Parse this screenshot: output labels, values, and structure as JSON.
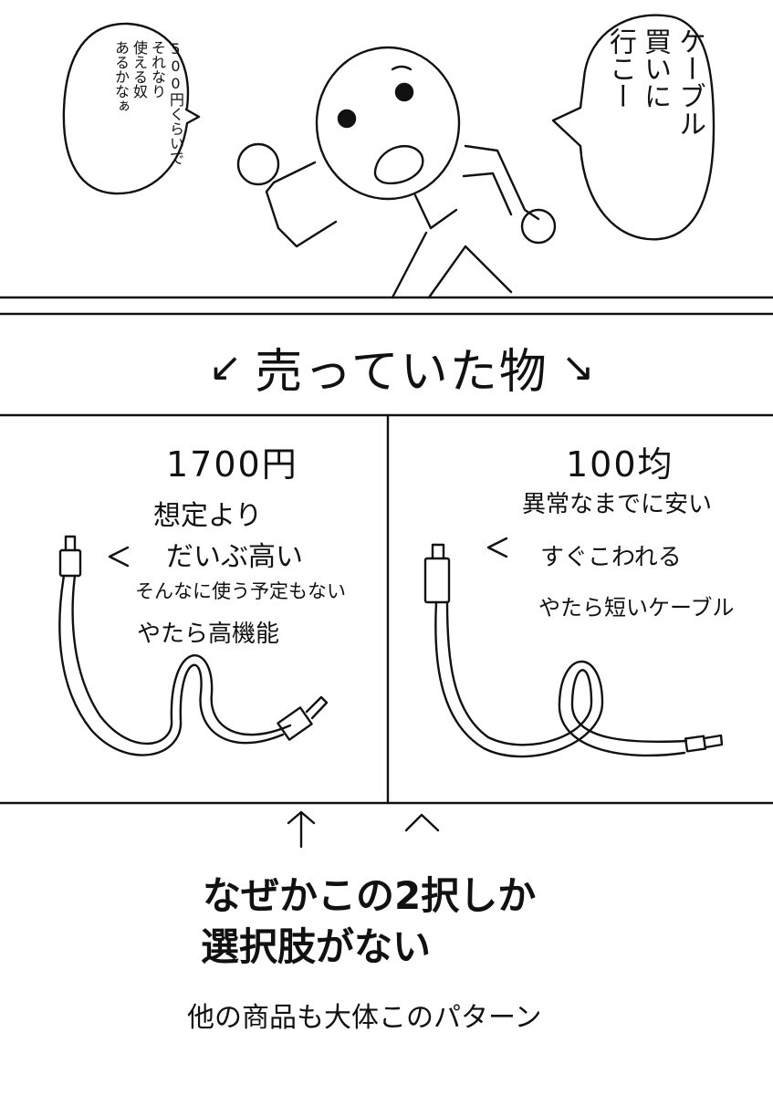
{
  "panel1": {
    "bubble_left": {
      "lines": [
        "500円くらいで",
        "それなり",
        "使える奴",
        "あるかなぁ"
      ]
    },
    "bubble_right": {
      "lines": [
        "ケーブル",
        "買いに",
        "行こー"
      ]
    }
  },
  "panel2": {
    "heading": "売っていた物",
    "arrow_left": "↙",
    "arrow_right": "↘"
  },
  "panel3": {
    "left": {
      "price": "1700円",
      "arrow": "<",
      "notes": [
        "想定より",
        "だいぶ高い",
        "そんなに使う予定もない",
        "やたら高機能"
      ]
    },
    "right": {
      "price": "100均",
      "arrow": "<",
      "notes": [
        "異常なまでに安い",
        "すぐこわれる",
        "やたら短いケーブル"
      ]
    }
  },
  "panel4": {
    "arrow_up_left": "↑",
    "arrow_up_right": "^",
    "main_lines": [
      "なぜかこの2択しか",
      "選択肢がない"
    ],
    "footer": "他の商品も大体このパターン"
  }
}
